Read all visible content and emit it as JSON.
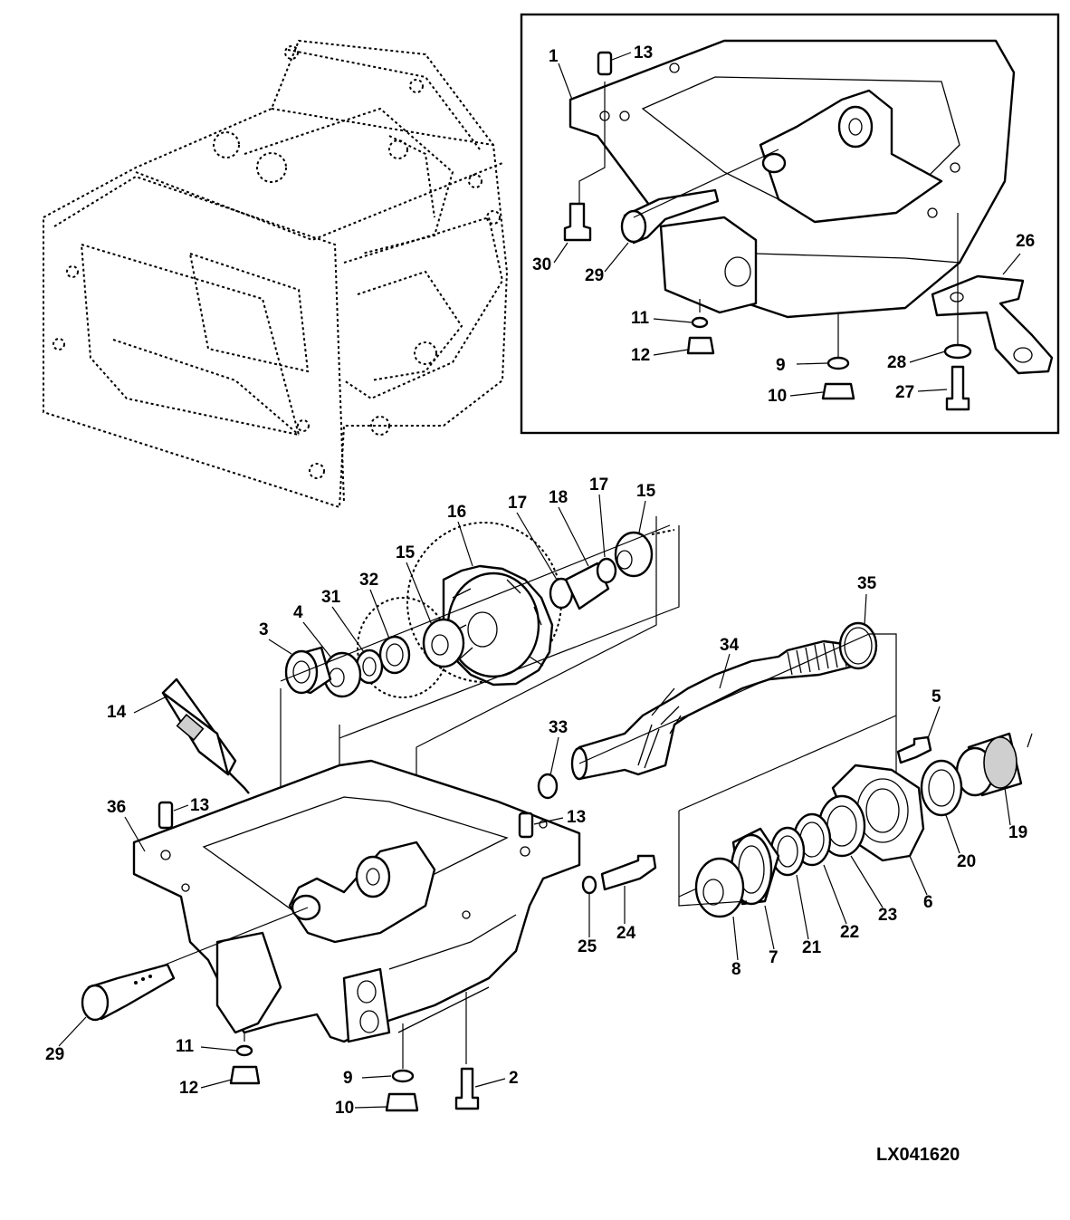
{
  "diagram": {
    "code": "LX041620",
    "inset_callouts": [
      "1",
      "13",
      "30",
      "29",
      "26",
      "11",
      "12",
      "9",
      "28",
      "10",
      "27"
    ],
    "main_callouts": [
      "16",
      "17",
      "18",
      "17",
      "15",
      "15",
      "32",
      "31",
      "4",
      "3",
      "35",
      "34",
      "14",
      "33",
      "5",
      "36",
      "13",
      "13",
      "19",
      "20",
      "6",
      "23",
      "22",
      "21",
      "7",
      "8",
      "25",
      "24",
      "29",
      "11",
      "12",
      "9",
      "10",
      "2"
    ]
  }
}
